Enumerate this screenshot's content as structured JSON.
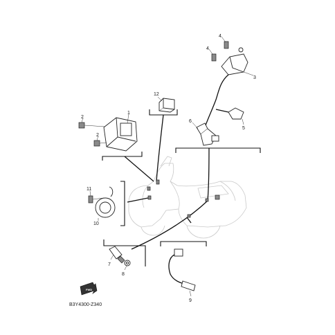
{
  "diagram_code": "B3Y4300-Z340",
  "fwd_label": "FWD",
  "callouts": [
    "1",
    "2",
    "2",
    "3",
    "4",
    "4",
    "5",
    "6",
    "7",
    "8",
    "9",
    "10",
    "11",
    "12"
  ]
}
